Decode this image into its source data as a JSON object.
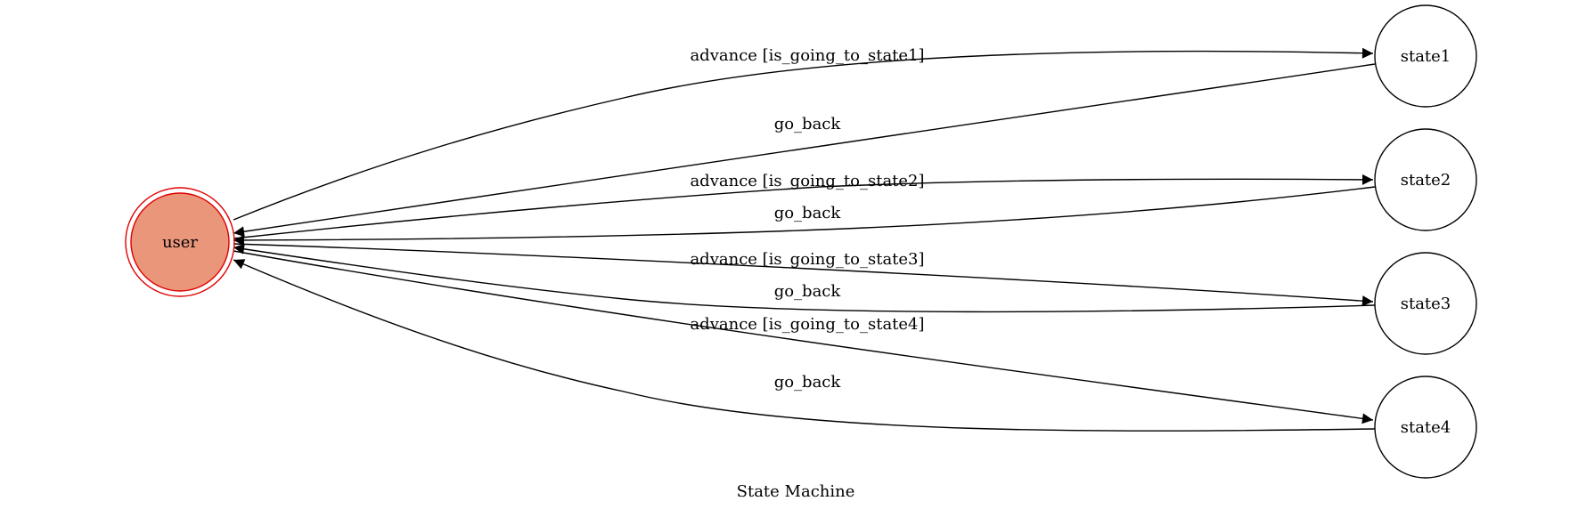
{
  "diagram": {
    "title": "State Machine",
    "initial_node": {
      "id": "user",
      "label": "user",
      "fill": "#EA967A",
      "stroke": "#E00000"
    },
    "nodes": [
      {
        "id": "state1",
        "label": "state1"
      },
      {
        "id": "state2",
        "label": "state2"
      },
      {
        "id": "state3",
        "label": "state3"
      },
      {
        "id": "state4",
        "label": "state4"
      }
    ],
    "edges": [
      {
        "from": "user",
        "to": "state1",
        "label": "advance [is_going_to_state1]"
      },
      {
        "from": "state1",
        "to": "user",
        "label": "go_back"
      },
      {
        "from": "user",
        "to": "state2",
        "label": "advance [is_going_to_state2]"
      },
      {
        "from": "state2",
        "to": "user",
        "label": "go_back"
      },
      {
        "from": "user",
        "to": "state3",
        "label": "advance [is_going_to_state3]"
      },
      {
        "from": "state3",
        "to": "user",
        "label": "go_back"
      },
      {
        "from": "user",
        "to": "state4",
        "label": "advance [is_going_to_state4]"
      },
      {
        "from": "state4",
        "to": "user",
        "label": "go_back"
      }
    ]
  }
}
